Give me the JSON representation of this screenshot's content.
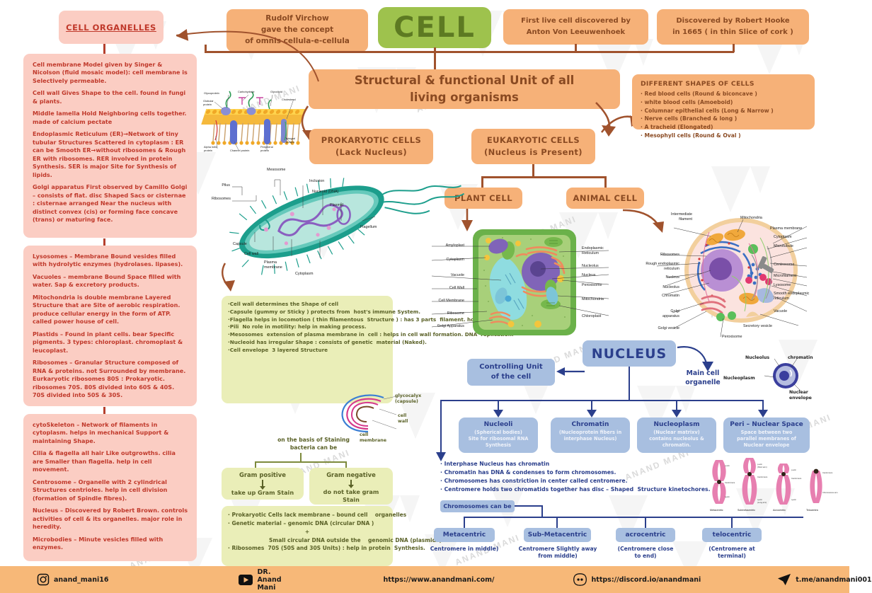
{
  "header": {
    "cell_title": "CELL",
    "virchow": "Rudolf  Virchow\ngave the concept\nof omnis cellula-e-cellula",
    "leeuwenhoek": "First live cell discovered by\nAnton Von Leeuwenhoek",
    "hooke": "Discovered by Robert Hooke\nin 1665 ( in thin Slice of cork )",
    "subtitle": "Structural & functional Unit of all\nliving organisms"
  },
  "organelles": {
    "title": "CELL ORGANELLES",
    "block1": [
      "Cell membrane Model given by Singer & Nicolson (fluid mosaic model): cell membrane is Selectively permeable.",
      "Cell wall  Gives Shape to the cell. found in fungi & plants.",
      "Middle lamella   Hold Neighboring cells together. made of calcium pectate",
      "Endoplasmic Reticulum (ER)→Network of tiny tubular Structures  Scattered in cytoplasm : ER can be Smooth ER→without ribosomes & Rough ER   with ribosomes. RER involved in protein Synthesis. SER is major Site for Synthesis of lipids.",
      "Golgi apparatus   First observed by Camillo Golgi – consists of flat. disc Shaped Sacs or cisternae : cisternae arranged Near the nucleus with distinct convex (cis) or forming face concave (trans) or maturing face."
    ],
    "block2": [
      "Lysosomes – Membrane  Bound vesides filled with hydrolytic enzymes (hydrolases. lipases).",
      "Vacuoles – membrane  Bound Space filled with water. Sap & excretory products.",
      "Mitochondria is double membrane Layered Structure that are Site of aerobic respiration. produce cellular energy in the form of ATP. called power house of cell.",
      "Plastids – Found in plant cells. bear Specific pigments. 3 types: chloroplast. chromoplast & leucoplast.",
      "Ribosomes – Granular Structure composed of RNA & proteins. not Surrounded by membrane. Eurkaryotic ribosomes  80S : Prokaryotic. ribosomes 70S. 80S divided into 60S & 40S. 70S divided into 50S & 30S."
    ],
    "block3": [
      "cytoSkeleton – Network of filaments in cytoplasm. helps in mechanical Support & maintaining Shape.",
      "Cilia & flagella all hair  Like outgrowths. cilia are Smaller than flagella. help in cell movement.",
      "Centrosome – Organelle with 2 cylindrical Structures centrioles. help in cell division (formation of  Spindle fibres).",
      "Nucleus – Discovered by Robert Brown. controls activities of cell & its organelles. major role in heredity.",
      "Microbodies – Minute vesicles filled with enzymes."
    ]
  },
  "shapes": {
    "title": "DIFFERENT SHAPES OF CELLS",
    "items": [
      "Red blood cells (Round & biconcave )",
      "white blood cells (Amoeboid)",
      "Columnar epithelial cells (Long & Narrow )",
      "Nerve cells (Branched & long )",
      "A tracheid (Elongated)",
      "Mesophyll cells (Round & Oval )"
    ]
  },
  "branches": {
    "prokaryotic": "PROKARYOTIC CELLS\n(Lack Nucleus)",
    "eukaryotic": "EUKARYOTIC CELLS\n(Nucleus is Present)",
    "plant_cell": "PLANT CELL",
    "animal_cell": "ANIMAL CELL"
  },
  "prokaryotic_notes": [
    "Cell wall determines the Shape of cell",
    "Capsule (gummy or Sticky ) protects from  host's immune System.",
    "Flagella helps in locomotion ( thin filamentous  Structure ) : has 3 parts  filament. hook &  basal body.",
    "Pili  No role in motility: help in making process.",
    "Mesosomes  extension of plasma membrane in  cell : helps in cell wall formation. DNA  replication.",
    "Nucleoid has irregular Shape : consists of genetic  material (Naked).",
    "Cell envelope  3 layered Structure"
  ],
  "staining": {
    "question": "on the basis of Staining\nbacteria can be",
    "gram_positive": "Gram positive",
    "gram_positive_sub": "take up Gram Stain",
    "gram_negative": "Gram negative",
    "gram_negative_sub": "do not take gram\nStain"
  },
  "prok_facts": [
    "Prokaryotic Cells lack membrane – bound cell    organelles",
    "Genetic material – genomic DNA (circular DNA )",
    "+",
    "Small circular DNA outside the    genomic DNA (plasmids)",
    "Ribosomes  70S (50S and 30S Units) : help in protein  Synthesis."
  ],
  "nucleus": {
    "title": "NUCLEUS",
    "controlling_unit": "Controlling Unit\nof the cell",
    "main_cell_organelle": "Main cell\norganelle",
    "children": [
      {
        "title": "Nucleoli",
        "sub": "(Spherical bodies)\nSite for ribosomal RNA\nSynthesis"
      },
      {
        "title": "Chromatin",
        "sub": "(Nucleoprotein fibers in\ninterphase Nucleus)"
      },
      {
        "title": "Nucleoplasm",
        "sub": "(Nuclear matrixv)\ncontains nucleolus &\nchromatin."
      },
      {
        "title": "Peri – Nuclear Space",
        "sub": "Space between two\nparallel membranes of\nNuclear envelope"
      }
    ],
    "diagram_labels": [
      "Nucleolus",
      "chromatin",
      "Nucleoplasm",
      "Nuclear\nenvelope"
    ]
  },
  "chromosome_notes": [
    "Interphase Nucleus has chromatin",
    "Chromatin has DNA & condenses to form chromosomes.",
    "Chromosomes has constriction in center called centromere.",
    "Centromere holds two chromatids together has disc – Shaped  Structure kinetochores."
  ],
  "chromosomes": {
    "label": "Chromosomes can be",
    "types": [
      {
        "name": "Metacentric",
        "desc": "Centromere in middle)"
      },
      {
        "name": "Sub-Metacentric",
        "desc": "Centromere Slightly away\nfrom middle)"
      },
      {
        "name": "acrocentric",
        "desc": "(Centromere close\nto end)"
      },
      {
        "name": "telocentric",
        "desc": "(Centromere at\nterminal)"
      }
    ],
    "diagram_captions": [
      "Metacentric",
      "Submetacentric",
      "Acrocentric",
      "Telocentric"
    ]
  },
  "diagrams": {
    "membrane": {
      "labels": [
        "Glycoprotein",
        "Carbohydrate",
        "Glycolipid",
        "Cholesterol",
        "Globular\nprotein",
        "Alpha helix\nprotein",
        "Channel protein",
        "Peripheral\nprotein",
        "Integral\nprotein"
      ]
    },
    "bacteria": {
      "labels": [
        "Mesosome",
        "Inclusion",
        "Nucleoid (DNA)",
        "Plasmid",
        "Pilus",
        "Ribosomes",
        "Capsule",
        "Cell wall",
        "Plasma\nmembrane",
        "Cytoplasm",
        "Flagellum"
      ]
    },
    "glycocalyx": {
      "labels": [
        "glycocalyx\n(capsule)",
        "cell\nwall",
        "cell\nmembrane"
      ]
    },
    "plant_cell": {
      "left_labels": [
        "Amyloplast",
        "Cytoplasm",
        "Vacuole",
        "Cell Wall",
        "Cell Membrane",
        "Ribosome",
        "Golgi Apparatus"
      ],
      "right_labels": [
        "Endoplasmic\nReticulum",
        "Nucleolus",
        "Nucleus",
        "Peroxisome",
        "Mitochondria",
        "Chloroplast"
      ]
    },
    "animal_cell": {
      "left_labels": [
        "Intermediate\nfilament",
        "Ribosomes",
        "Rough endoplasmic\nreticulum",
        "Nucleus",
        "Nucleolus",
        "Chromatin",
        "Golgi\napparatus",
        "Golgi vesicle",
        "Peroxisome"
      ],
      "right_labels": [
        "Mitochondria",
        "Plasma membrane",
        "Cytoplasm",
        "Microtubule",
        "Centrosome",
        "Microfilament",
        "Lysosome",
        "Smooth endoplasmic\nreticulum",
        "Vacuole",
        "Secretory vesicle"
      ]
    },
    "chromosome_parts": [
      "p-arm",
      "Centromere",
      "q-arm",
      "p-arm\n(Short arm)",
      "q-arm\n(Long arm)",
      "Chromosome arm"
    ]
  },
  "footer": {
    "instagram": "anand_mani16",
    "youtube": "DR. Anand Mani",
    "website": "https://www.anandmani.com/",
    "discord": "https://discord.io/anandmani",
    "telegram": "t.me/anandmani001"
  },
  "colors": {
    "orange": "#f6b178",
    "pink": "#fbcdc3",
    "green": "#9ec24d",
    "yellow": "#eaeeb8",
    "blue": "#a8bfe0",
    "brown": "#a0522d",
    "navy": "#2b3f8c"
  },
  "watermark": "ANAND MANI"
}
